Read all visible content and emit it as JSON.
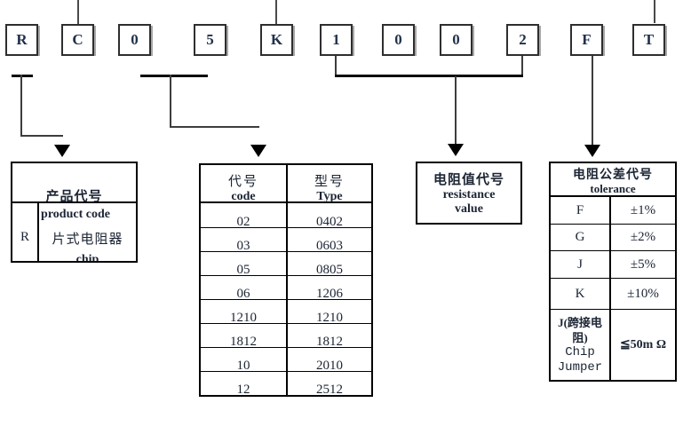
{
  "part_number": {
    "boxes": [
      "R",
      "C",
      "0",
      "5",
      "K",
      "1",
      "0",
      "0",
      "2",
      "F",
      "T"
    ]
  },
  "product_table": {
    "title_cn": "产品代号",
    "title_en": "product code",
    "row": {
      "code": "R",
      "desc_cn": "片式电阻器",
      "desc_en": "chip"
    }
  },
  "size_table": {
    "headers": {
      "code_cn": "代号",
      "code_en": "code",
      "type_cn": "型号",
      "type_en": "Type"
    },
    "rows": [
      [
        "02",
        "0402"
      ],
      [
        "03",
        "0603"
      ],
      [
        "05",
        "0805"
      ],
      [
        "06",
        "1206"
      ],
      [
        "1210",
        "1210"
      ],
      [
        "1812",
        "1812"
      ],
      [
        "10",
        "2010"
      ],
      [
        "12",
        "2512"
      ]
    ]
  },
  "resistance_box": {
    "title_cn": "电阻值代号",
    "title_en_line1": "resistance",
    "title_en_line2": "value"
  },
  "tolerance_table": {
    "title_cn": "电阻公差代号",
    "title_en": "tolerance",
    "rows": [
      {
        "code": "F",
        "value": "±1%"
      },
      {
        "code": "G",
        "value": "±2%"
      },
      {
        "code": "J",
        "value": "±5%"
      },
      {
        "code": "K",
        "value": "±10%"
      }
    ],
    "jumper_row": {
      "code_line1": "J(跨接电",
      "code_line2": "阻)",
      "code_line3": "Chip",
      "code_line4": "Jumper",
      "value": "≦50m Ω"
    }
  },
  "colors": {
    "line": "#000000",
    "text": "#1b2433"
  }
}
